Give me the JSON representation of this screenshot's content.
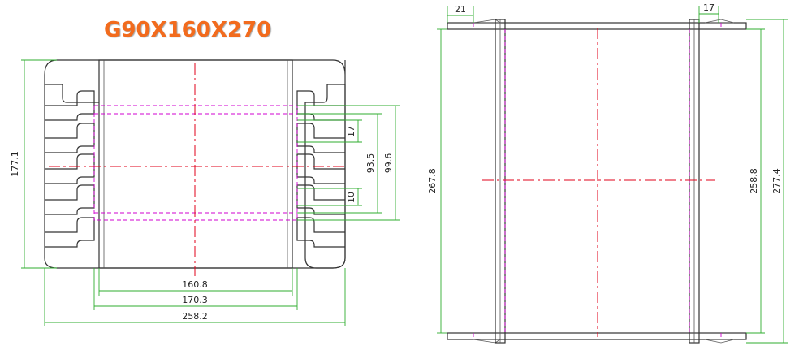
{
  "title": "G90X160X270",
  "dimensions": {
    "front_height": "177.1",
    "opening_inner": "160.8",
    "opening_outer": "170.3",
    "overall_width": "258.2",
    "slot_height": "17",
    "slot_pitch": "10",
    "inner_height": "93.5",
    "inner_height_outer": "99.6",
    "side_total_height": "267.8",
    "side_inner_height": "258.8",
    "side_overall_height": "277.4",
    "flange_left": "21",
    "flange_right": "17"
  },
  "colors": {
    "title": "#f26b1d",
    "outline": "#333333",
    "dimension_line": "#2fae2f",
    "center_line": "#e0001a",
    "hidden_line": "#d000d0"
  }
}
